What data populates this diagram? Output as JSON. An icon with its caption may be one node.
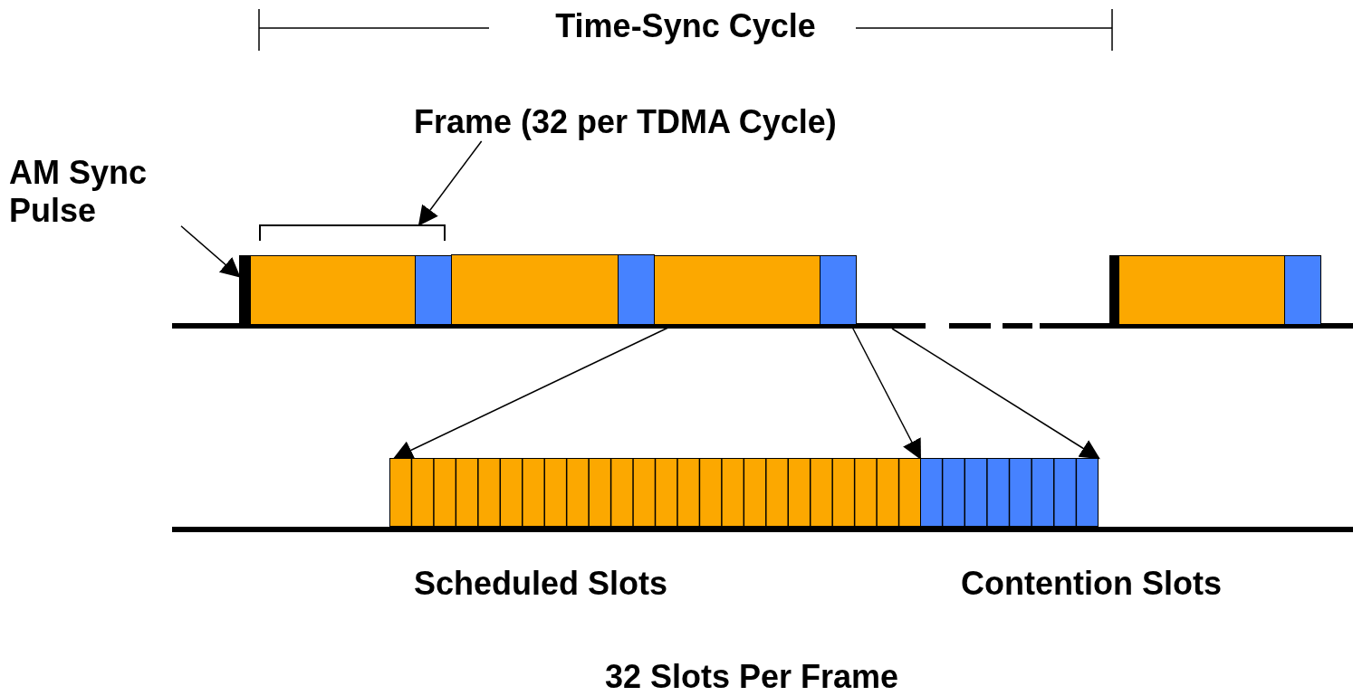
{
  "diagram": {
    "nodes": [
      {
        "text": [
          "Frame (32 per TDMA Cycle)"
        ]
      },
      {
        "text": [
          "AM Sync Pulse"
        ]
      },
      {
        "text": [],
        "shape": "bracket"
      },
      {
        "text": [],
        "shape": "bar"
      },
      {
        "text": [],
        "shape": "box"
      },
      {
        "text": [],
        "shape": "box"
      },
      {
        "text": [],
        "shape": "box"
      },
      {
        "text": [],
        "shape": "box"
      },
      {
        "text": [],
        "shape": "box"
      },
      {
        "text": [],
        "shape": "box"
      },
      {
        "text": [],
        "shape": "bar"
      },
      {
        "text": [],
        "shape": "box"
      },
      {
        "text": [],
        "shape": "box"
      },
      {
        "text": [],
        "shape": "box",
        "beside": [
          "Scheduled Slots"
        ]
      },
      {
        "text": [],
        "shape": "box",
        "beside": [
          "Contention Slots"
        ]
      }
    ],
    "edges": [
      {
        "from": 0,
        "to": 2,
        "arrow": "to"
      },
      {
        "from": 1,
        "to": 3,
        "arrow": "to"
      },
      {
        "from": 8,
        "to": 13,
        "arrow": "to"
      },
      {
        "from": 9,
        "to": 14,
        "arrow": "to"
      },
      {
        "from": null,
        "to": 14,
        "arrow": "to"
      }
    ],
    "labels": [
      "Time-Sync Cycle",
      "32 Slots Per Frame"
    ]
  }
}
